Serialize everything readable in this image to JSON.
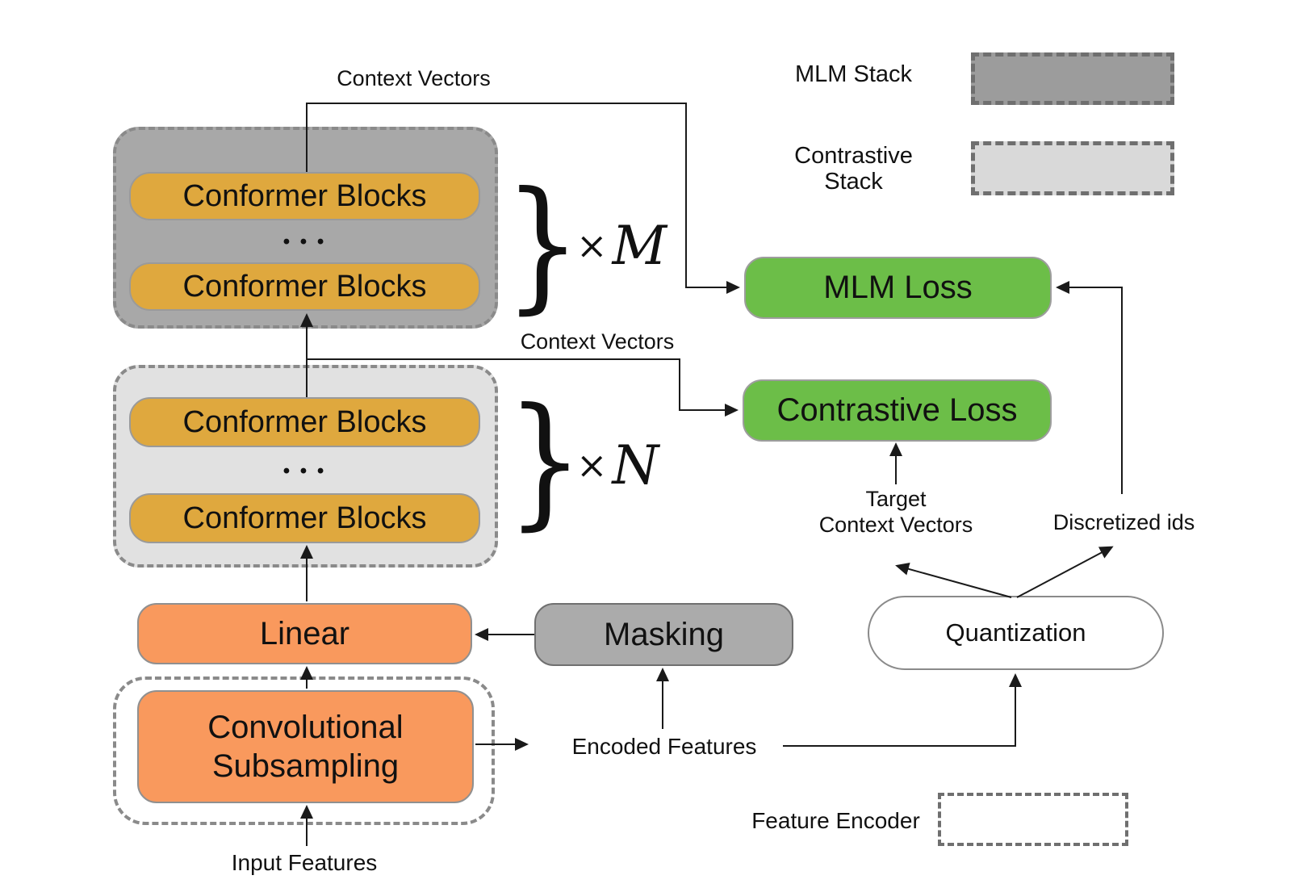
{
  "figure": {
    "type": "architecture-diagram",
    "description": "w2v-BERT style pre-training diagram with contrastive and MLM stacks"
  },
  "colors": {
    "conformer_fill": "#dfa83e",
    "orange_fill": "#f9995d",
    "green_fill": "#6cbe48",
    "masking_fill": "#ababab",
    "mlm_stack_fill": "#a8a8a8",
    "contrastive_stack_fill": "#e1e1e1",
    "dashed_border": "#8a8a8a",
    "line_color": "#1a1a1a"
  },
  "stacks": {
    "mlm": {
      "block1": "Conformer Blocks",
      "block2": "Conformer Blocks",
      "ellipsis": "• • •",
      "brace": "}",
      "multiplier": {
        "times": "×",
        "var": "M"
      }
    },
    "contrastive": {
      "block1": "Conformer Blocks",
      "block2": "Conformer Blocks",
      "ellipsis": "• • •",
      "brace": "}",
      "multiplier": {
        "times": "×",
        "var": "N"
      }
    }
  },
  "nodes": {
    "linear": "Linear",
    "conv_subsampling": "Convolutional Subsampling",
    "masking": "Masking",
    "quantization": "Quantization",
    "mlm_loss": "MLM Loss",
    "contrastive_loss": "Contrastive Loss"
  },
  "labels": {
    "context_vectors_top": "Context Vectors",
    "context_vectors_mid": "Context Vectors",
    "target_line1": "Target",
    "target_line2": "Context Vectors",
    "discretized_ids": "Discretized ids",
    "encoded_features": "Encoded Features",
    "input_features": "Input Features"
  },
  "legend": {
    "mlm_stack": "MLM Stack",
    "contrastive_line1": "Contrastive",
    "contrastive_line2": "Stack",
    "feature_encoder": "Feature Encoder"
  }
}
